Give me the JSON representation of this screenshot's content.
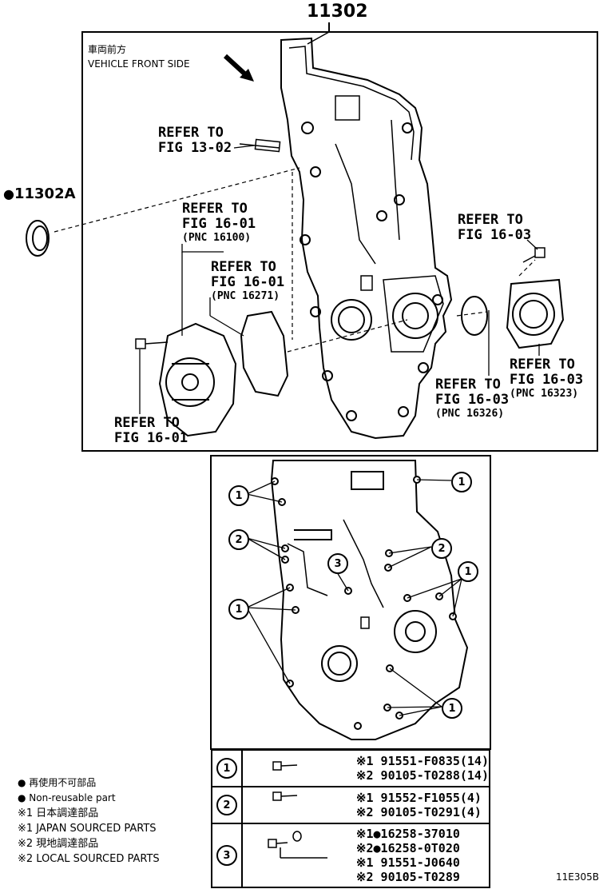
{
  "main_part_number": "11302",
  "seal_part_number": "11302A",
  "vehicle_front": {
    "ja": "車両前方",
    "en": "VEHICLE FRONT SIDE"
  },
  "refs": [
    {
      "line1": "REFER TO",
      "line2": "FIG 13-02",
      "pnc": ""
    },
    {
      "line1": "REFER TO",
      "line2": "FIG 16-01",
      "pnc": "(PNC 16100)"
    },
    {
      "line1": "REFER TO",
      "line2": "FIG 16-01",
      "pnc": "(PNC 16271)"
    },
    {
      "line1": "REFER TO",
      "line2": "FIG 16-03",
      "pnc": ""
    },
    {
      "line1": "REFER TO",
      "line2": "FIG 16-03",
      "pnc": "(PNC 16323)"
    },
    {
      "line1": "REFER TO",
      "line2": "FIG 16-03",
      "pnc": "(PNC 16326)"
    },
    {
      "line1": "REFER TO",
      "line2": "FIG 16-01",
      "pnc": ""
    }
  ],
  "callouts": [
    "1",
    "2",
    "3"
  ],
  "parts_table": [
    {
      "id": "1",
      "lines": [
        "※1 91551-F0835(14)",
        "※2 90105-T0288(14)"
      ]
    },
    {
      "id": "2",
      "lines": [
        "※1 91552-F1055(4)",
        "※2 90105-T0291(4)"
      ]
    },
    {
      "id": "3",
      "lines": [
        "※1●16258-37010",
        "※2●16258-0T020",
        "※1 91551-J0640",
        "※2 90105-T0289"
      ]
    }
  ],
  "legend": [
    "● 再使用不可部品",
    "● Non-reusable part",
    "※1 日本調達部品",
    "※1 JAPAN SOURCED PARTS",
    "※2 現地調達部品",
    "※2 LOCAL SOURCED PARTS"
  ],
  "figure_code": "11E305B"
}
